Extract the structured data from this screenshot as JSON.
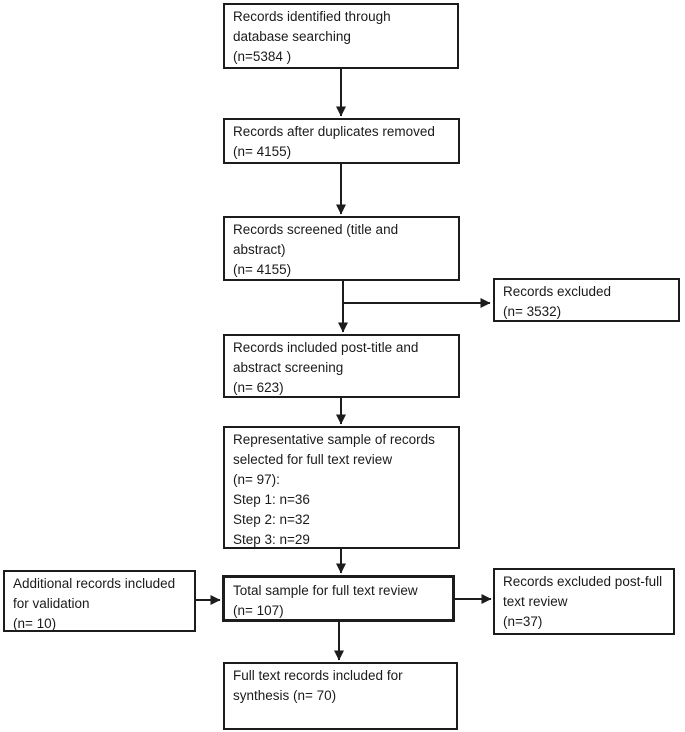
{
  "colors": {
    "ink": "#1a1a1a",
    "line": "#1c1c1c",
    "background": "#ffffff"
  },
  "diagram": {
    "type": "flowchart",
    "nodes": {
      "identified": {
        "label": "Records identified through\ndatabase searching\n(n=5384 )"
      },
      "after_duplicates": {
        "label": "Records after duplicates removed\n(n= 4155)"
      },
      "screened": {
        "label": "Records screened (title and\nabstract)\n(n= 4155)"
      },
      "excluded_screening": {
        "label": "Records excluded\n(n= 3532)"
      },
      "included_post_title": {
        "label": "Records included post-title and\nabstract screening\n(n= 623)"
      },
      "representative_sample": {
        "label": "Representative sample of records\nselected for full text review\n(n= 97):\nStep 1: n=36\nStep 2: n=32\nStep 3: n=29"
      },
      "additional_validation": {
        "label": "Additional records included\nfor validation\n(n= 10)"
      },
      "total_full_text": {
        "label": "Total sample for full text review\n(n= 107)"
      },
      "excluded_full_text": {
        "label": "Records excluded post-full\ntext review\n(n=37)"
      },
      "synthesis": {
        "label": "Full text records included for\nsynthesis (n= 70)"
      }
    },
    "edges": [
      {
        "from": "identified",
        "to": "after_duplicates"
      },
      {
        "from": "after_duplicates",
        "to": "screened"
      },
      {
        "from": "screened",
        "to": "excluded_screening"
      },
      {
        "from": "screened",
        "to": "included_post_title"
      },
      {
        "from": "included_post_title",
        "to": "representative_sample"
      },
      {
        "from": "representative_sample",
        "to": "total_full_text"
      },
      {
        "from": "additional_validation",
        "to": "total_full_text"
      },
      {
        "from": "total_full_text",
        "to": "excluded_full_text"
      },
      {
        "from": "total_full_text",
        "to": "synthesis"
      }
    ]
  }
}
